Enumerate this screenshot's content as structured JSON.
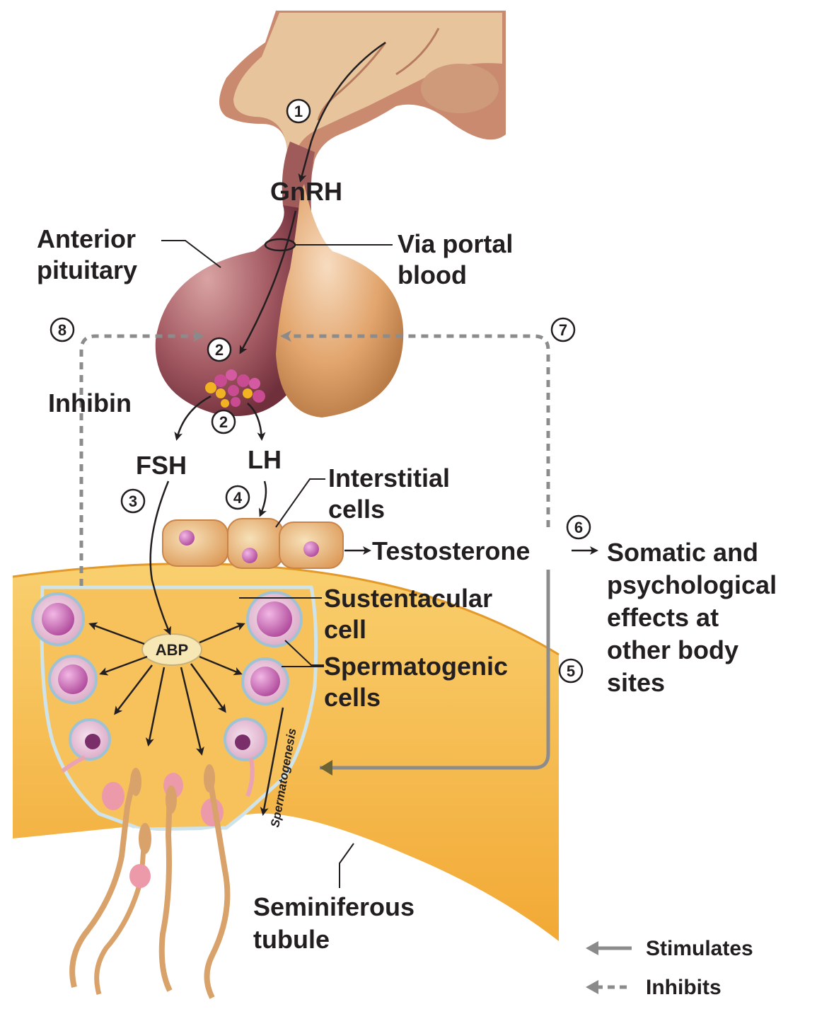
{
  "labels": {
    "gnrh": "GnRH",
    "anterior_pituitary_line1": "Anterior",
    "anterior_pituitary_line2": "pituitary",
    "via_portal_line1": "Via portal",
    "via_portal_line2": "blood",
    "inhibin": "Inhibin",
    "fsh": "FSH",
    "lh": "LH",
    "interstitial_line1": "Interstitial",
    "interstitial_line2": "cells",
    "testosterone": "Testosterone",
    "somatic_line1": "Somatic and",
    "somatic_line2": "psychological",
    "somatic_line3": "effects at",
    "somatic_line4": "other body",
    "somatic_line5": "sites",
    "sustentacular_line1": "Sustentacular",
    "sustentacular_line2": "cell",
    "spermatogenic_line1": "Spermatogenic",
    "spermatogenic_line2": "cells",
    "abp": "ABP",
    "spermatogenesis": "Spermatogenesis",
    "seminiferous_line1": "Seminiferous",
    "seminiferous_line2": "tubule"
  },
  "steps": [
    "1",
    "2",
    "2",
    "3",
    "4",
    "5",
    "6",
    "7",
    "8"
  ],
  "legend": {
    "stimulates": "Stimulates",
    "inhibits": "Inhibits"
  },
  "colors": {
    "stimulate_arrow": "#231f20",
    "feedback_line": "#8c8c8c",
    "tubule": "#f6b94a",
    "pituitary_anterior": "#a85a63",
    "pituitary_posterior": "#e8b27f",
    "cell_nucleus": "#c95fb0"
  }
}
